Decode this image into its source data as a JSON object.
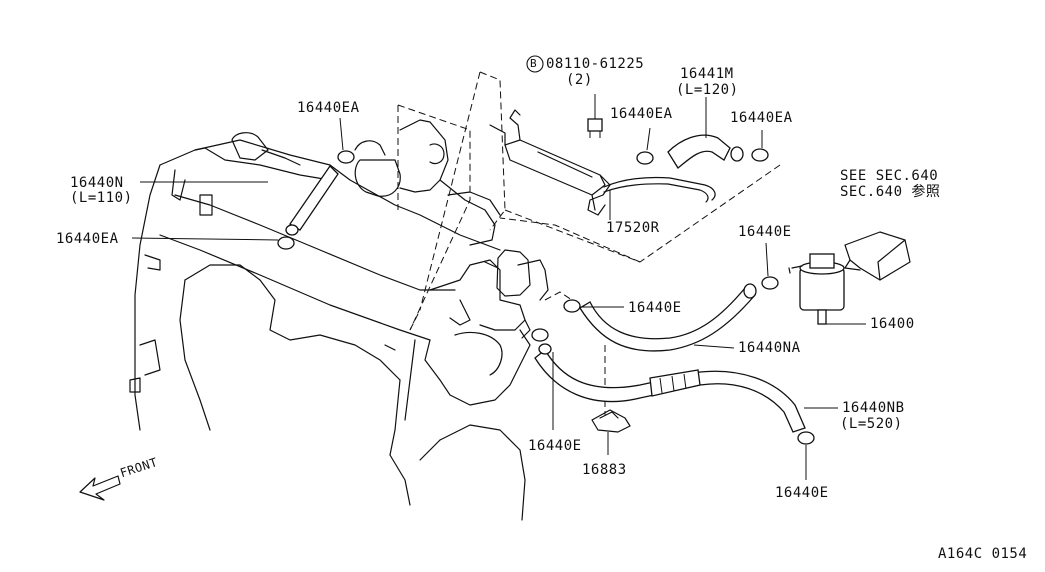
{
  "callouts": {
    "bolt_part": "08110-61225",
    "bolt_qty": "(2)",
    "hose_m_part": "16441M",
    "hose_m_len": "(L=120)",
    "clamp_ea_top_left": "16440EA",
    "clamp_ea_top_mid": "16440EA",
    "clamp_ea_top_right": "16440EA",
    "hose_n_part": "16440N",
    "hose_n_len": "(L=110)",
    "clamp_ea_left": "16440EA",
    "pipe_part": "17520R",
    "see_sec_1": "SEE SEC.640",
    "see_sec_2": "SEC.640 参照",
    "clamp_e_top": "16440E",
    "clamp_e_mid": "16440E",
    "filter_part": "16400",
    "hose_na_part": "16440NA",
    "hose_nb_part": "16440NB",
    "hose_nb_len": "(L=520)",
    "clamp_e_lower_left": "16440E",
    "bracket_part": "16883",
    "clamp_e_bottom": "16440E",
    "front_label": "FRONT",
    "bolt_symbol": "B"
  },
  "figure_code": "A164C 0154"
}
